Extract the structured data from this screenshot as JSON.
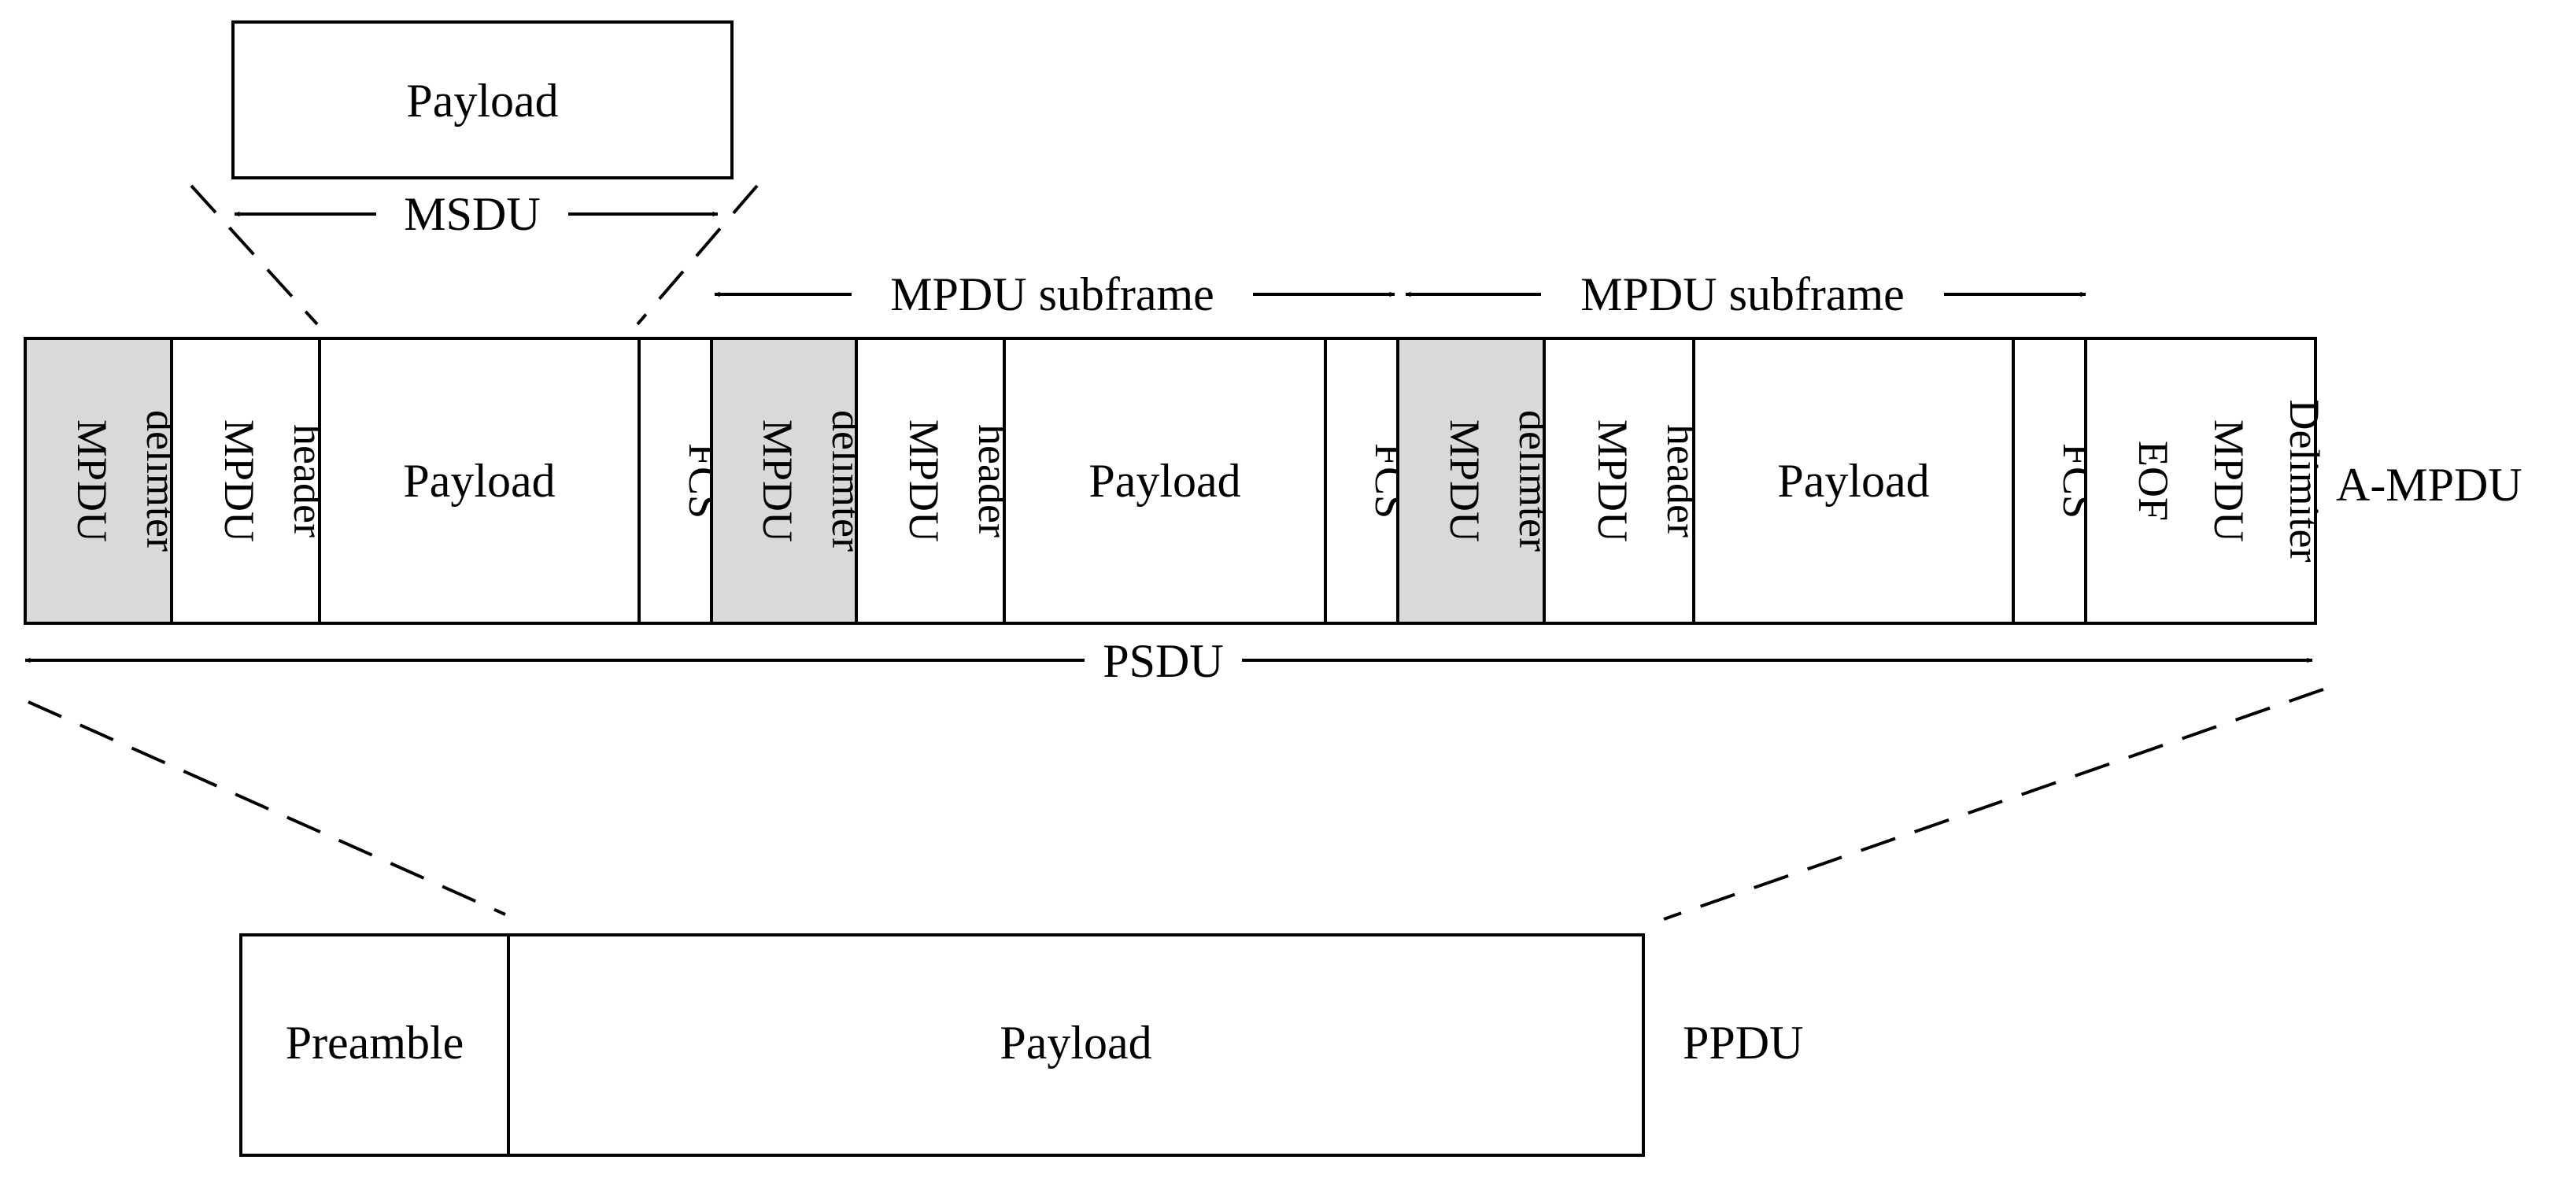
{
  "top": {
    "payload_label": "Payload",
    "msdu_label": "MSDU"
  },
  "subframe_labels": [
    "MPDU subframe",
    "MPDU subframe"
  ],
  "ampdu": {
    "row_label": "A-MPDU",
    "cells": [
      {
        "lines": [
          "MPDU",
          "delimter"
        ],
        "shaded": true
      },
      {
        "lines": [
          "MPDU",
          "header"
        ],
        "shaded": false
      },
      {
        "lines": [
          "Payload"
        ],
        "shaded": false
      },
      {
        "lines": [
          "FCS"
        ],
        "shaded": false
      },
      {
        "lines": [
          "MPDU",
          "delimter"
        ],
        "shaded": true
      },
      {
        "lines": [
          "MPDU",
          "header"
        ],
        "shaded": false
      },
      {
        "lines": [
          "Payload"
        ],
        "shaded": false
      },
      {
        "lines": [
          "FCS"
        ],
        "shaded": false
      },
      {
        "lines": [
          "MPDU",
          "delimter"
        ],
        "shaded": true
      },
      {
        "lines": [
          "MPDU",
          "header"
        ],
        "shaded": false
      },
      {
        "lines": [
          "Payload"
        ],
        "shaded": false
      },
      {
        "lines": [
          "FCS"
        ],
        "shaded": false
      },
      {
        "lines": [
          "EOF",
          "MPDU",
          "Delimiter"
        ],
        "shaded": false
      }
    ]
  },
  "psdu_label": "PSDU",
  "ppdu": {
    "row_label": "PPDU",
    "preamble_label": "Preamble",
    "payload_label": "Payload"
  },
  "colors": {
    "shaded_fill": "#d9d9d9",
    "line": "#000000"
  }
}
